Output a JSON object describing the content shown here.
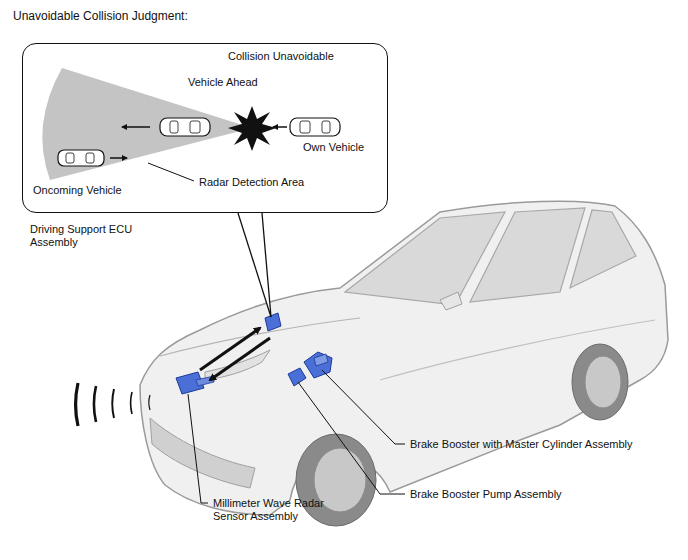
{
  "diagram": {
    "title": "Unavoidable Collision Judgment:",
    "nodes": [
      {
        "text": [
          "Collision Unavoidable",
          "Vehicle Ahead",
          "Own Vehicle",
          "Radar Detection Area",
          "Oncoming Vehicle"
        ]
      }
    ],
    "labels": [
      "Driving Support ECU Assembly",
      "Brake Booster with Master Cylinder Assembly",
      "Brake Booster Pump Assembly",
      "Millimeter Wave Radar Sensor Assembly"
    ]
  }
}
